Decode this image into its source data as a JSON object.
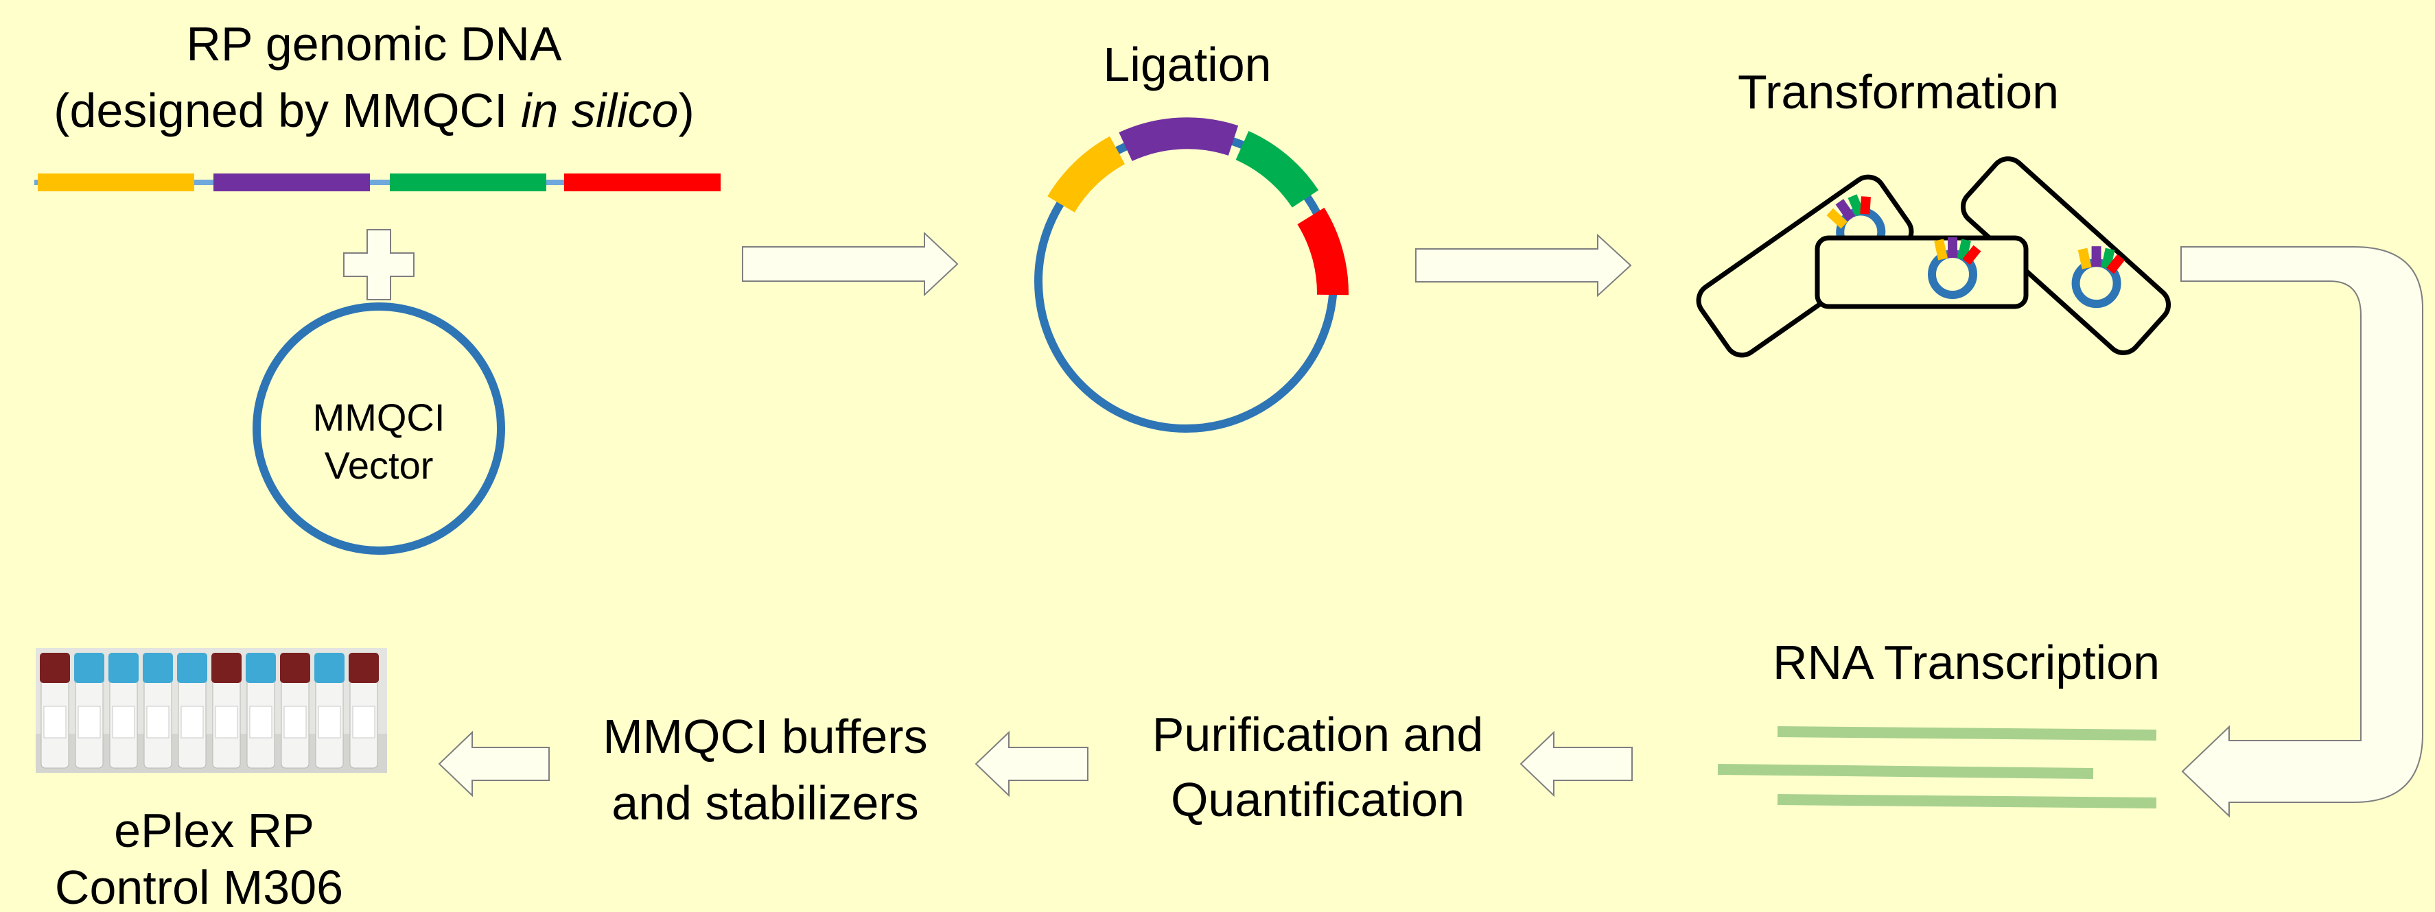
{
  "labels": {
    "genomic_line1": "RP genomic DNA",
    "genomic_line2_prefix": "(designed by MMQCI ",
    "genomic_line2_italic": "in silico",
    "genomic_line2_suffix": ")",
    "vector_line1": "MMQCI",
    "vector_line2": "Vector",
    "ligation": "Ligation",
    "transformation": "Transformation",
    "rna_transcription": "RNA Transcription",
    "purification_line1": "Purification and",
    "purification_line2": "Quantification",
    "buffers_line1": "MMQCI buffers",
    "buffers_line2": "and stabilizers",
    "product_line1": "ePlex RP",
    "product_line2": "Control M306"
  },
  "colors": {
    "background": "#ffffcc",
    "segment_yellow": "#ffc000",
    "segment_purple": "#7030a0",
    "segment_green": "#00b050",
    "segment_red": "#ff0000",
    "vector_blue": "#2e75b6",
    "linker_blue": "#6fa8dc",
    "rna_green": "#a9d18e",
    "vial_cap_blue": "#3fa9d6",
    "vial_cap_red": "#7a1f1f"
  },
  "icons": {
    "plus": "plus-icon",
    "process_arrow": "arrow-right-icon",
    "return_arrow": "arrow-left-icon",
    "elbow_arrow": "elbow-arrow-icon",
    "vial_rack": "vial-rack-image"
  }
}
